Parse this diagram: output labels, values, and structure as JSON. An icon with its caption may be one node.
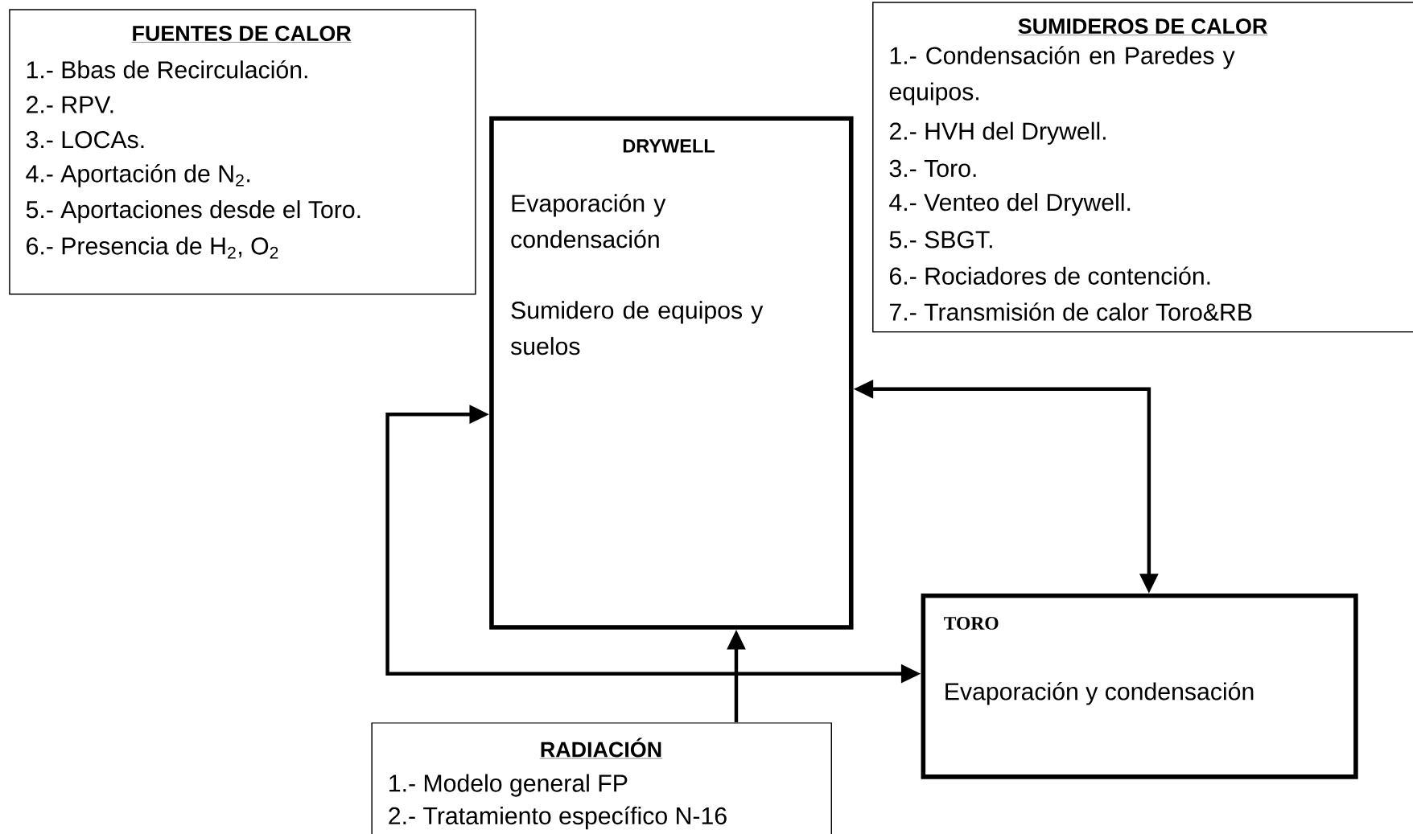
{
  "diagram": {
    "nodes": [
      {
        "text": [
          "FUENTES DE CALOR",
          "1.- Bbas de Recirculación.",
          "2.- RPV.",
          "3.- LOCAs.",
          "4.- Aportación de N$_{2}$.",
          "5.- Aportaciones desde el Toro.",
          "6.- Presencia de H$_{2}$, O$_{2}$"
        ]
      },
      {
        "text": [
          "SUMIDEROS DE CALOR",
          "1.- Condensación en Paredes y equipos.",
          "2.- HVH del Drywell.",
          "3.- Toro.",
          "4.- Venteo del Drywell.",
          "5.- SBGT.",
          "6.- Rociadores de contención.",
          "7.- Transmisión de calor Toro&RB"
        ]
      },
      {
        "text": [
          "DRYWELL",
          "Evaporación y condensación",
          "Sumidero de equipos y suelos"
        ]
      },
      {
        "text": [
          "TORO",
          "Evaporación y condensación"
        ]
      },
      {
        "text": [
          "RADIACIÓN",
          "1.- Modelo general FP",
          "2.- Tratamiento específico N-16"
        ]
      }
    ],
    "edges": [
      {
        "from": 2,
        "to": 3,
        "arrow": "both"
      },
      {
        "from": 2,
        "to": 3,
        "arrow": "both"
      },
      {
        "from": 4,
        "to": 2,
        "arrow": "to"
      }
    ]
  }
}
